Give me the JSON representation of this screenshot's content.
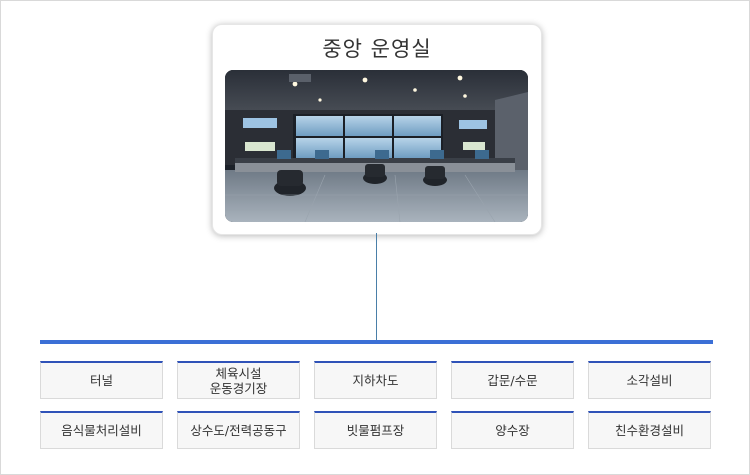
{
  "center": {
    "title": "중앙 운영실",
    "photo_icon": "control-room-photo"
  },
  "facilities": [
    {
      "lines": [
        "터널"
      ]
    },
    {
      "lines": [
        "체육시설",
        "운동경기장"
      ]
    },
    {
      "lines": [
        "지하차도"
      ]
    },
    {
      "lines": [
        "갑문/수문"
      ]
    },
    {
      "lines": [
        "소각설비"
      ]
    },
    {
      "lines": [
        "음식물처리설비"
      ]
    },
    {
      "lines": [
        "상수도/전력공동구"
      ]
    },
    {
      "lines": [
        "빗물펌프장"
      ]
    },
    {
      "lines": [
        "양수장"
      ]
    },
    {
      "lines": [
        "친수환경설비"
      ]
    }
  ],
  "colors": {
    "busbar": "#3b6fd6",
    "box_top_border": "#2f52b8",
    "connector": "#4a7fa8"
  }
}
